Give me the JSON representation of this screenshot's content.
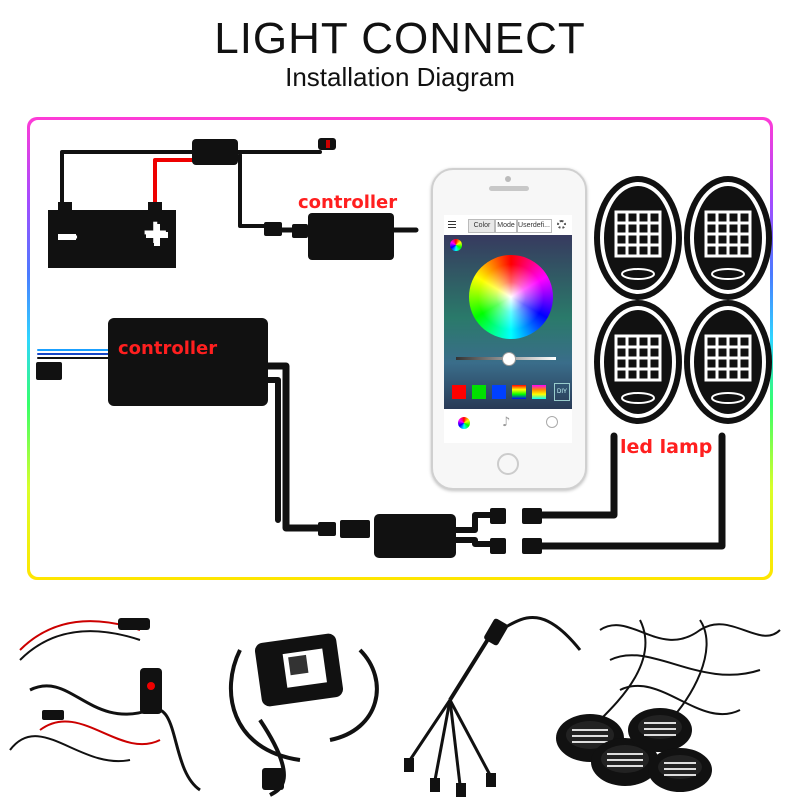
{
  "header": {
    "title": "LIGHT CONNECT",
    "subtitle": "Installation Diagram"
  },
  "diagram": {
    "labels": {
      "controller_small": "controller",
      "controller_large": "controller",
      "led_lamp": "led lamp"
    },
    "battery": {
      "minus_symbol": "−",
      "plus_symbol": "+"
    },
    "phone": {
      "tabs": [
        "Color",
        "Mode",
        "Userdefi..."
      ],
      "diy_label": "DIY"
    }
  },
  "colors": {
    "label_red": "#ff1f1f",
    "frame_gradient": [
      "#ff3bd6",
      "#4a7bff",
      "#35ff6a",
      "#ffe500"
    ],
    "swatches": [
      "#ff0000",
      "#00e000",
      "#0040ff"
    ]
  },
  "products": [
    {
      "icon": "switch-harness-icon"
    },
    {
      "icon": "bluetooth-controller-icon"
    },
    {
      "icon": "splitter-cable-icon"
    },
    {
      "icon": "rock-lights-icon"
    }
  ]
}
